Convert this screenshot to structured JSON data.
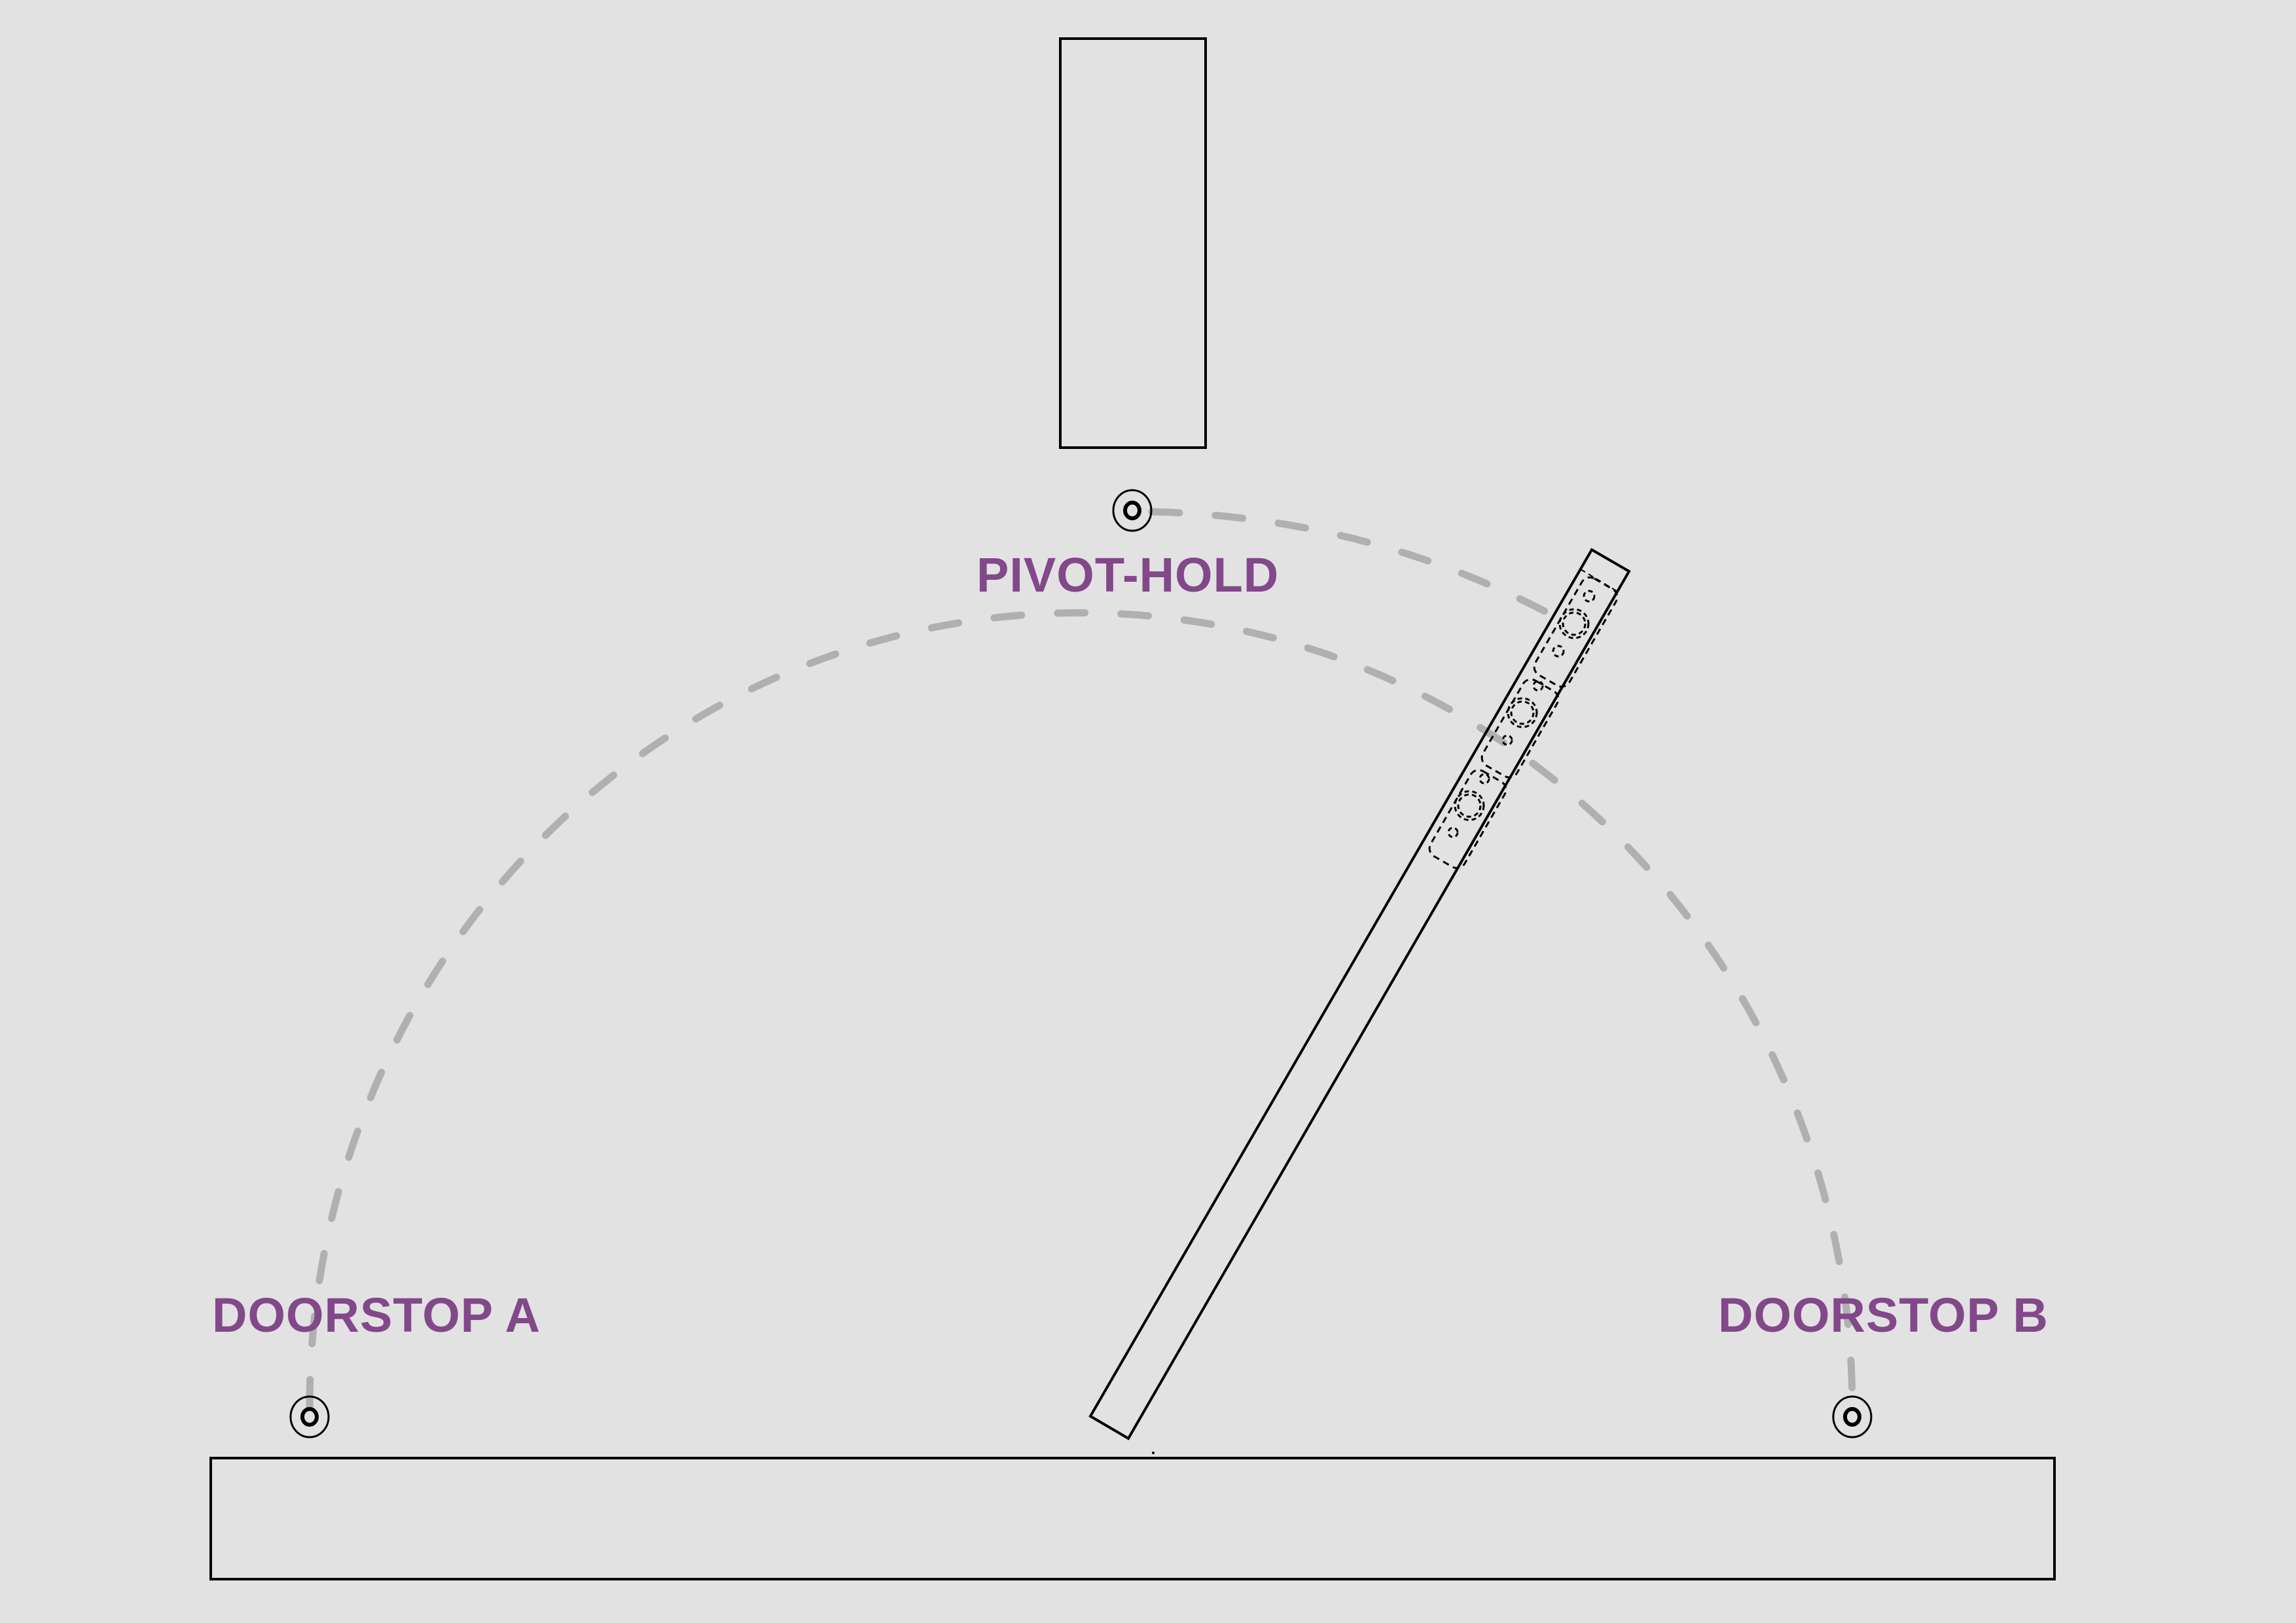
{
  "colors": {
    "background": "#e2e2e2",
    "label": "#82488a",
    "outline": "#000000",
    "arc": "#b0b0b0"
  },
  "labels": {
    "pivot_hold": "PIVOT-HOLD",
    "doorstop_a": "DOORSTOP A",
    "doorstop_b": "DOORSTOP B"
  },
  "elements": {
    "top_block": "rectangle",
    "base_bar": "rectangle",
    "arm": "pivoting-arm",
    "pivot_marker": "pivot-point",
    "doorstop_a_marker": "doorstop-point",
    "doorstop_b_marker": "doorstop-point"
  }
}
